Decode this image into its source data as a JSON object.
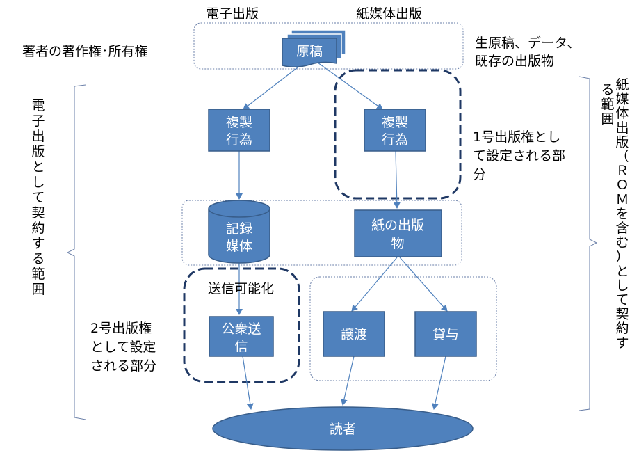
{
  "header": {
    "electronic": "電子出版",
    "paper": "紙媒体出版"
  },
  "labels": {
    "author_rights": "著者の著作権･所有権",
    "raw_material": [
      "生原稿、データ、",
      "既存の出版物"
    ],
    "right_1": [
      "1号出版権とし",
      "て設定される部",
      "分"
    ],
    "right_2": [
      "2号出版権",
      "として設定",
      "される部分"
    ],
    "transmission": "送信可能化"
  },
  "left_scope": [
    "電",
    "子",
    "出",
    "版",
    "と",
    "し",
    "て",
    "契",
    "約",
    "す",
    "る",
    "範",
    "囲"
  ],
  "right_scope_col1": [
    "紙",
    "媒",
    "体",
    "出",
    "版",
    "（",
    "Ｒ",
    "Ｏ",
    "Ｍ",
    "を",
    "含",
    "む",
    "）",
    "と",
    "し",
    "て",
    "契",
    "約",
    "す"
  ],
  "right_scope_col2": [
    "る",
    "範",
    "囲"
  ],
  "nodes": {
    "manuscript": "原稿",
    "copy_left": [
      "複製",
      "行為"
    ],
    "copy_right": [
      "複製",
      "行為"
    ],
    "media": [
      "記録",
      "媒体"
    ],
    "publication": [
      "紙の出版",
      "物"
    ],
    "public_trans": [
      "公衆送",
      "信"
    ],
    "transfer": "譲渡",
    "lending": "貸与",
    "reader": "読者"
  },
  "colors": {
    "box_fill": "#4f81bd",
    "box_stroke": "#385d8a",
    "dashed_region": "#1f3864",
    "arrow": "#4f81bd"
  }
}
